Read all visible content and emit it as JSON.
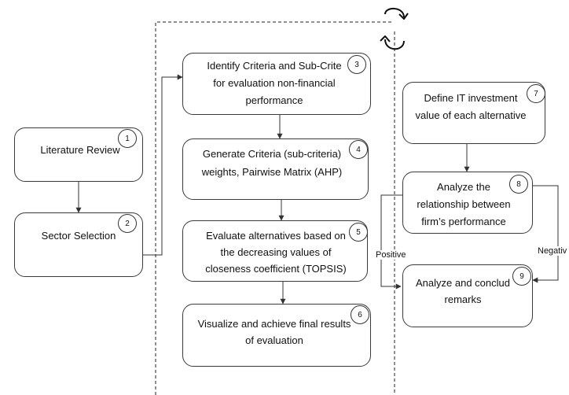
{
  "nodes": [
    {
      "id": "n1",
      "number": "1",
      "lines": [
        "Literature Review"
      ]
    },
    {
      "id": "n2",
      "number": "2",
      "lines": [
        "Sector Selection"
      ]
    },
    {
      "id": "n3",
      "number": "3",
      "lines": [
        "Identify Criteria and Sub-Crite",
        "for evaluation non-financial",
        "performance"
      ]
    },
    {
      "id": "n4",
      "number": "4",
      "lines": [
        "Generate Criteria (sub-criteria)",
        "weights, Pairwise Matrix (AHP)"
      ]
    },
    {
      "id": "n5",
      "number": "5",
      "lines": [
        "Evaluate alternatives based on",
        "the decreasing values of",
        "closeness coefficient (TOPSIS)"
      ]
    },
    {
      "id": "n6",
      "number": "6",
      "lines": [
        "Visualize and achieve final results",
        "of evaluation"
      ]
    },
    {
      "id": "n7",
      "number": "7",
      "lines": [
        "Define IT investment",
        "value of each alternative"
      ]
    },
    {
      "id": "n8",
      "number": "8",
      "lines": [
        "Analyze the",
        "relationship between",
        "firm’s performance"
      ]
    },
    {
      "id": "n9",
      "number": "9",
      "lines": [
        "Analyze and conclud",
        "remarks"
      ]
    }
  ],
  "edge_labels": {
    "positive": "Positive",
    "negative": "Negativ"
  }
}
